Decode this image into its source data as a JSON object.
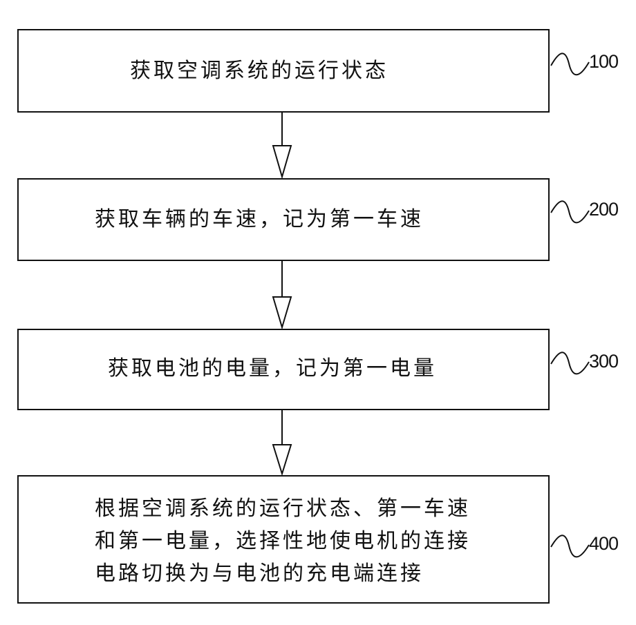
{
  "steps": [
    {
      "ref": "100",
      "text": "获取空调系统的运行状态"
    },
    {
      "ref": "200",
      "text": "获取车辆的车速，记为第一车速"
    },
    {
      "ref": "300",
      "text": "获取电池的电量，记为第一电量"
    },
    {
      "ref": "400",
      "lines": [
        "根据空调系统的运行状态、第一车速",
        "和第一电量，选择性地使电机的连接",
        "电路切换为与电池的充电端连接"
      ]
    }
  ]
}
